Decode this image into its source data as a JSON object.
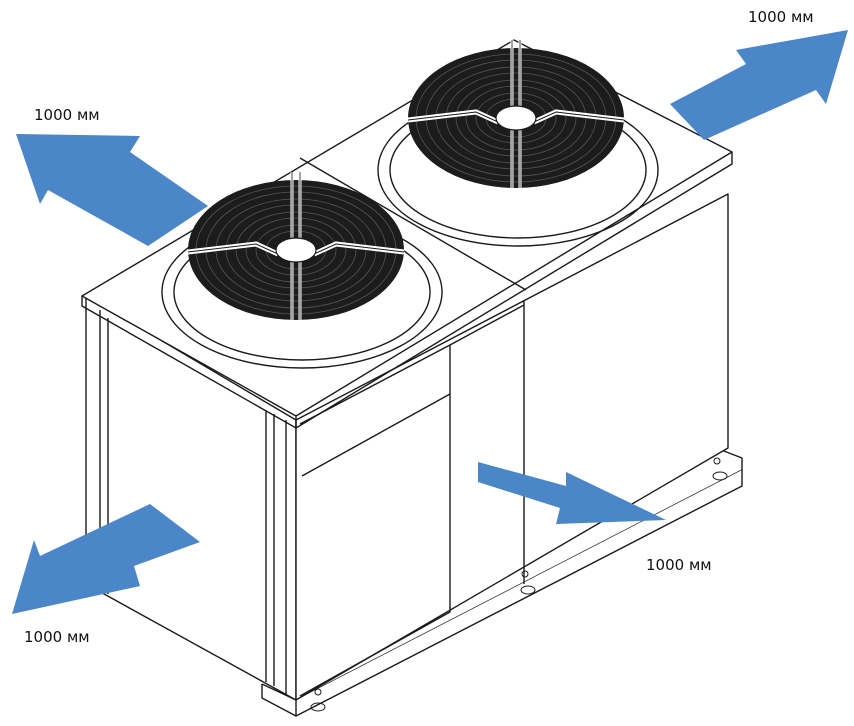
{
  "colors": {
    "arrow": "#4a86c8",
    "outline": "#1a1a1a",
    "fan": "#1c1c1c"
  },
  "labels": {
    "top_left": "1000 мм",
    "top_right": "1000 мм",
    "bottom_right": "1000 мм",
    "bottom_left": "1000 мм"
  }
}
